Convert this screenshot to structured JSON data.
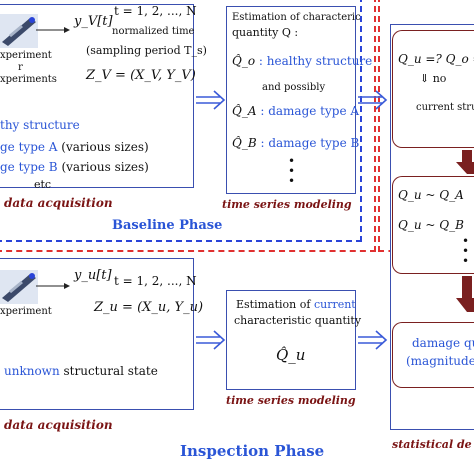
{
  "baseline": {
    "measure_label": "y_V[t]",
    "time_range": "t = 1, 2, ..., N",
    "normalized_time": "normalized time",
    "sampling_period": "(sampling period  T_s)",
    "z_equation": "Z_V = (X_V, Y_V)",
    "experiment": "xperiment",
    "or": "r",
    "experiments": "xperiments",
    "healthy": "thy structure",
    "damage_a": "ge type A",
    "damage_a_note": "(various sizes)",
    "damage_b": "ge type B",
    "damage_b_note": "(various sizes)",
    "etc": "etc",
    "data_acquisition": "data acquisition",
    "phase_title": "Baseline Phase",
    "estimation_title_1": "Estimation of characteric",
    "estimation_title_2": "quantity  Q :",
    "q_o_label": "Q̂_o",
    "q_o_text": ": healthy structure",
    "possibly": "and possibly",
    "q_a_label": "Q̂_A",
    "q_a_text": ": damage type A",
    "q_b_label": "Q̂_B",
    "q_b_text": ": damage type B",
    "time_series_modeling": "time series modeling"
  },
  "inspection": {
    "measure_label": "y_u[t]",
    "time_range": "t = 1, 2, ..., N",
    "z_equation": "Z_u = (X_u, Y_u)",
    "experiment": "xperiment",
    "unknown": "unknown",
    "state_text": " structural state",
    "data_acquisition": "data acquisition",
    "estimation_title_1": "Estimation of",
    "estimation_current": "current",
    "estimation_title_2": "characteristic quantity",
    "q_u_label": "Q̂_u",
    "time_series_modeling": "time series modeling",
    "phase_title": "Inspection Phase"
  },
  "decision": {
    "test_equation": "Q_u =? Q_o = Q",
    "no_label": "⇓ no",
    "current_structure": "current structu",
    "qa_match": "Q_u ~ Q_A",
    "qb_match": "Q_u ~ Q_B",
    "damage_quantity": "damage qu",
    "magnitude": "(magnitude",
    "title": "statistical de"
  },
  "colors": {
    "blue_dash": "#2a44d8",
    "red_dash": "#e03030",
    "box_border": "#3a4fb0",
    "arrow_blue": "#3a5ad8",
    "arrow_maroon": "#7a2020",
    "text_blue": "#2a55d6",
    "text_maroon": "#7a1414"
  }
}
